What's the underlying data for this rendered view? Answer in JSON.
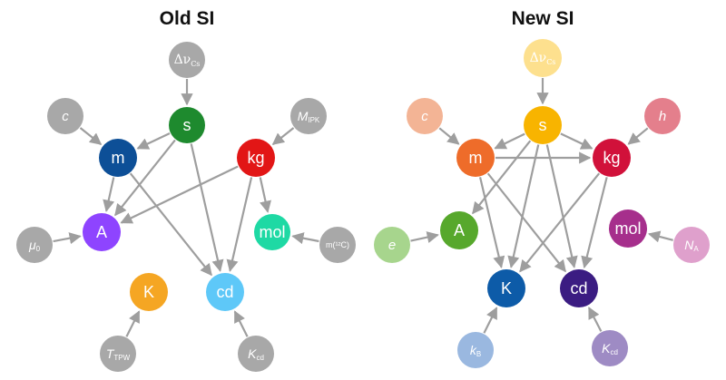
{
  "colors": {
    "edge": "#9e9e9e",
    "title": "#111111"
  },
  "panels": [
    {
      "id": "old",
      "title": "Old SI",
      "nodes": [
        {
          "id": "dv",
          "text": "Δν",
          "sub": "Cs",
          "color": "#a8a8a8",
          "style": "serif"
        },
        {
          "id": "s",
          "text": "s",
          "color": "#1e8a2e"
        },
        {
          "id": "c",
          "text": "c",
          "color": "#a8a8a8",
          "style": "it"
        },
        {
          "id": "m",
          "text": "m",
          "color": "#0d4f97"
        },
        {
          "id": "mipk",
          "text": "M",
          "sub": "IPK",
          "color": "#a8a8a8",
          "style": "it"
        },
        {
          "id": "kg",
          "text": "kg",
          "color": "#e21616"
        },
        {
          "id": "A",
          "text": "A",
          "color": "#8e44ff"
        },
        {
          "id": "mu0",
          "text": "μ",
          "sub": "0",
          "color": "#a8a8a8",
          "style": "it"
        },
        {
          "id": "mol",
          "text": "mol",
          "color": "#1ed9a4"
        },
        {
          "id": "m12c",
          "text": "m(¹²C)",
          "color": "#a8a8a8"
        },
        {
          "id": "K",
          "text": "K",
          "color": "#f5a623"
        },
        {
          "id": "cd",
          "text": "cd",
          "color": "#5ec8f8"
        },
        {
          "id": "ttpw",
          "text": "T",
          "sub": "TPW",
          "color": "#a8a8a8",
          "style": "it"
        },
        {
          "id": "kcd",
          "text": "K",
          "sub": "cd",
          "color": "#a8a8a8",
          "style": "it"
        }
      ],
      "edges": [
        [
          "dv",
          "s"
        ],
        [
          "c",
          "m"
        ],
        [
          "mipk",
          "kg"
        ],
        [
          "s",
          "m"
        ],
        [
          "s",
          "A"
        ],
        [
          "s",
          "cd"
        ],
        [
          "m",
          "A"
        ],
        [
          "m",
          "cd"
        ],
        [
          "kg",
          "A"
        ],
        [
          "kg",
          "cd"
        ],
        [
          "kg",
          "mol"
        ],
        [
          "mu0",
          "A"
        ],
        [
          "m12c",
          "mol"
        ],
        [
          "ttpw",
          "K"
        ],
        [
          "kcd",
          "cd"
        ]
      ]
    },
    {
      "id": "new",
      "title": "New SI",
      "nodes": [
        {
          "id": "dv",
          "text": "Δν",
          "sub": "Cs",
          "color": "#fde08e",
          "style": "serif",
          "dark": true
        },
        {
          "id": "s",
          "text": "s",
          "color": "#f8b400"
        },
        {
          "id": "c",
          "text": "c",
          "color": "#f3b495",
          "style": "it",
          "dark": true
        },
        {
          "id": "m",
          "text": "m",
          "color": "#ee6c2a"
        },
        {
          "id": "h",
          "text": "h",
          "color": "#e47f8c",
          "style": "it",
          "dark": true
        },
        {
          "id": "kg",
          "text": "kg",
          "color": "#d1113a"
        },
        {
          "id": "A",
          "text": "A",
          "color": "#57a82c"
        },
        {
          "id": "e",
          "text": "e",
          "color": "#a7d58d",
          "style": "it",
          "dark": true
        },
        {
          "id": "mol",
          "text": "mol",
          "color": "#a62f8c"
        },
        {
          "id": "NA",
          "text": "N",
          "sub": "A",
          "color": "#dfa0cc",
          "style": "it",
          "dark": true
        },
        {
          "id": "K",
          "text": "K",
          "color": "#0d5ba8"
        },
        {
          "id": "cd",
          "text": "cd",
          "color": "#3b1c82"
        },
        {
          "id": "kB",
          "text": "k",
          "sub": "B",
          "color": "#9ab8e0",
          "style": "it",
          "dark": true
        },
        {
          "id": "kcd",
          "text": "K",
          "sub": "cd",
          "color": "#9e8bc4",
          "style": "it",
          "dark": true
        }
      ],
      "edges": [
        [
          "dv",
          "s"
        ],
        [
          "c",
          "m"
        ],
        [
          "h",
          "kg"
        ],
        [
          "s",
          "m"
        ],
        [
          "s",
          "kg"
        ],
        [
          "m",
          "kg"
        ],
        [
          "s",
          "A"
        ],
        [
          "s",
          "K"
        ],
        [
          "s",
          "cd"
        ],
        [
          "m",
          "K"
        ],
        [
          "m",
          "cd"
        ],
        [
          "kg",
          "K"
        ],
        [
          "kg",
          "cd"
        ],
        [
          "e",
          "A"
        ],
        [
          "NA",
          "mol"
        ],
        [
          "kB",
          "K"
        ],
        [
          "kcd",
          "cd"
        ]
      ]
    }
  ]
}
